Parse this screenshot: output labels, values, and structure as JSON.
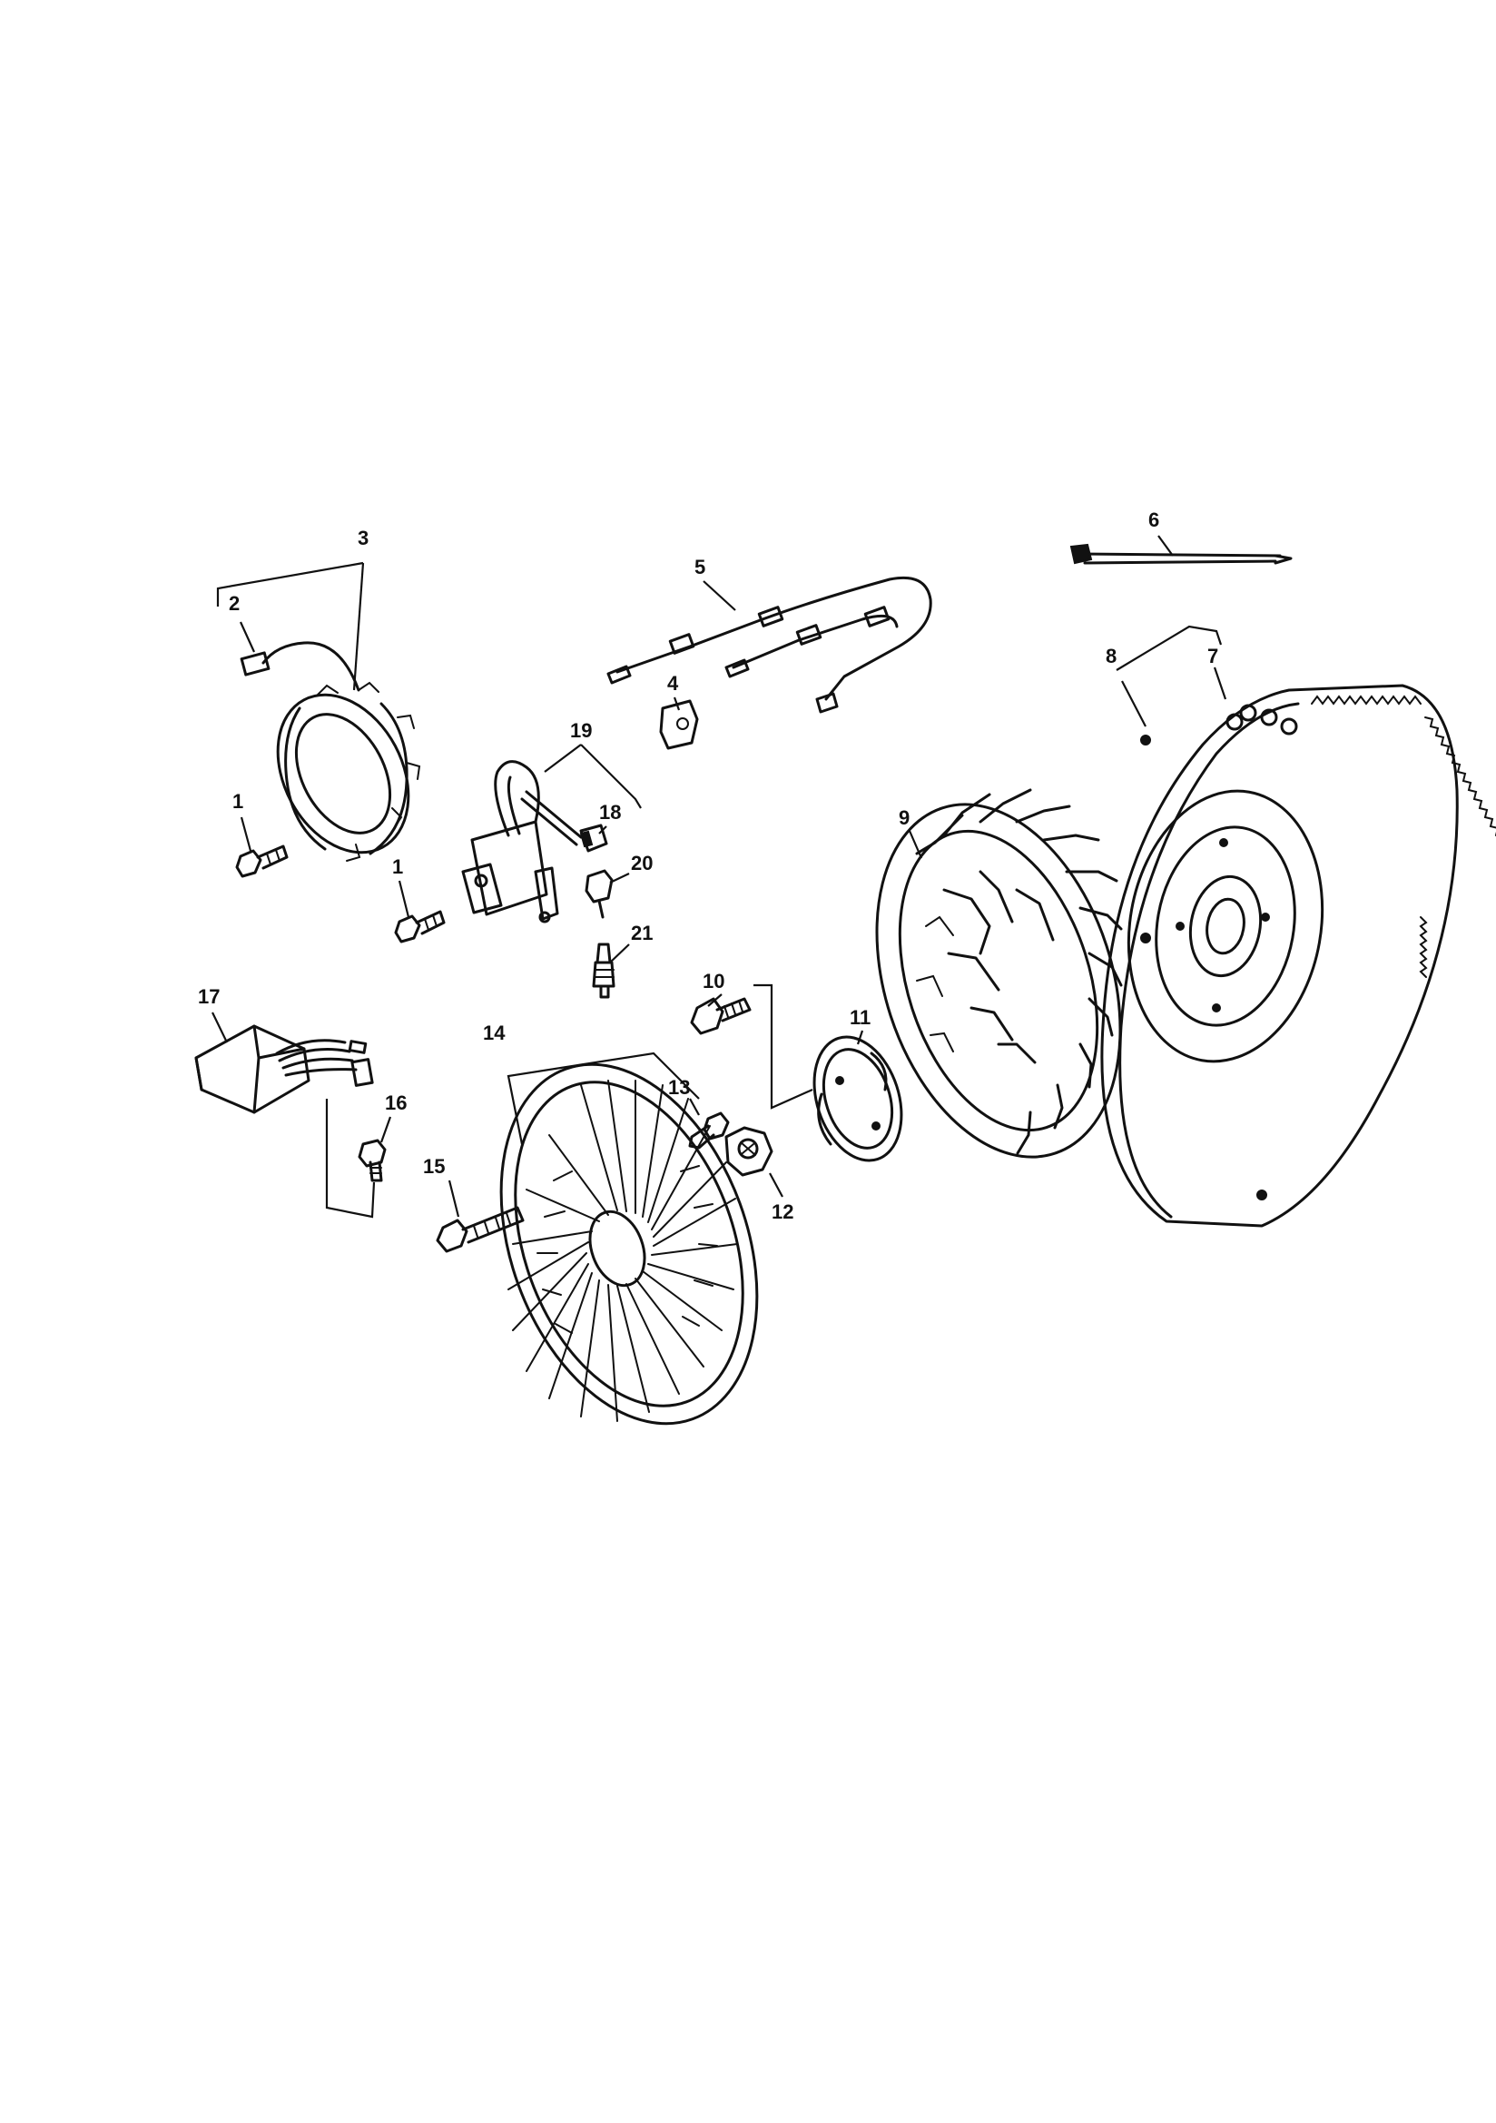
{
  "callouts": {
    "c1a": "1",
    "c1b": "1",
    "c2": "2",
    "c3": "3",
    "c4": "4",
    "c5": "5",
    "c6": "6",
    "c7": "7",
    "c8": "8",
    "c9": "9",
    "c10": "10",
    "c11": "11",
    "c12": "12",
    "c13": "13",
    "c14": "14",
    "c15": "15",
    "c16": "16",
    "c17": "17",
    "c18": "18",
    "c19": "19",
    "c20": "20",
    "c21": "21"
  },
  "colors": {
    "line": "#111111",
    "background": "#ffffff"
  }
}
